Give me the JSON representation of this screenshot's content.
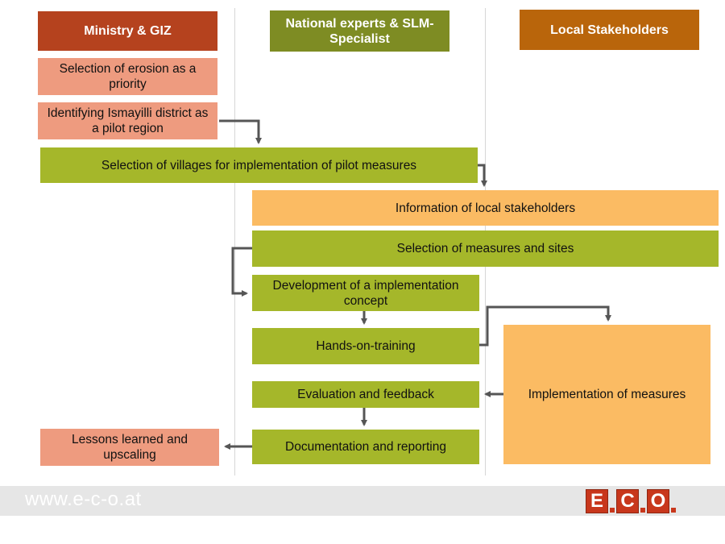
{
  "headers": {
    "ministry": "Ministry & GIZ",
    "experts": "National experts & SLM-Specialist",
    "local": "Local Stakeholders"
  },
  "steps": {
    "erosion": "Selection of erosion as a priority",
    "pilot_region": "Identifying Ismayilli district as a pilot region",
    "villages": "Selection of villages for implementation of pilot measures",
    "information": "Information of local stakeholders",
    "measures_sites": "Selection of measures and sites",
    "concept": "Development of a implementation concept",
    "training": "Hands-on-training",
    "evaluation": "Evaluation and feedback",
    "documentation": "Documentation and reporting",
    "lessons": "Lessons learned and upscaling",
    "implementation": "Implementation of measures"
  },
  "footer": {
    "url": "www.e-c-o.at",
    "logo": [
      "E",
      "C",
      "O"
    ]
  },
  "colors": {
    "ministry_header": "#B5421E",
    "experts_header": "#7E8C23",
    "local_header": "#B9650B",
    "ministry_box": "#EE9B7F",
    "experts_box": "#A5B72A",
    "local_box": "#FBBB63",
    "arrow": "#555555"
  }
}
